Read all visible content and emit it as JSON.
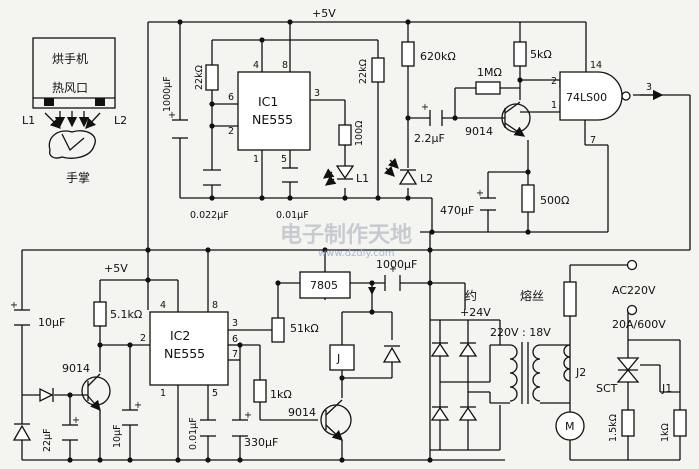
{
  "supply": {
    "vcc": "+5V",
    "vcc2": "+5V"
  },
  "dryer_box": {
    "line1": "烘手机",
    "line2": "热风口",
    "l1": "L1",
    "l2": "L2",
    "palm": "手掌"
  },
  "ic1": {
    "name": "IC1",
    "type": "NE555",
    "pin4": "4",
    "pin8": "8",
    "pin6": "6",
    "pin2": "2",
    "pin3": "3",
    "pin1": "1",
    "pin5": "5"
  },
  "ic2": {
    "name": "IC2",
    "type": "NE555",
    "pin4": "4",
    "pin8": "8",
    "pin2": "2",
    "pin3": "3",
    "pin6": "6",
    "pin7": "7",
    "pin1": "1",
    "pin5": "5"
  },
  "gate": {
    "name": "74LS00",
    "pin14": "14",
    "pin2": "2",
    "pin1": "1",
    "pin7": "7",
    "pin3": "3"
  },
  "reg": {
    "name": "7805"
  },
  "relay": {
    "name": "J"
  },
  "top_parts": {
    "c1000": "1000μF",
    "r22a": "22kΩ",
    "c0022": "0.022μF",
    "c001": "0.01μF",
    "r22b": "22kΩ",
    "r100": "100Ω",
    "led_l1": "L1",
    "r620": "620kΩ",
    "led_l2": "L2",
    "c22": "2.2μF",
    "r1m": "1MΩ",
    "q_top": "9014",
    "r5k": "5kΩ",
    "r500": "500Ω",
    "c470": "470μF"
  },
  "bottom_parts": {
    "c10": "10μF",
    "q_left": "9014",
    "c22u": "22μF",
    "c10b": "10μF",
    "r51": "5.1kΩ",
    "c001b": "0.01μF",
    "c330": "330μF",
    "r51k": "51kΩ",
    "r1k": "1kΩ",
    "q_mid": "9014",
    "c1000b": "1000μF"
  },
  "power": {
    "about": "约",
    "v24": "+24V",
    "xfmr": "220V : 18V",
    "fuse": "熔丝",
    "ac": "AC220V",
    "scr_rating": "20A/600V",
    "j2": "J2",
    "sct": "SCT",
    "j1": "J1",
    "r15": "1.5kΩ",
    "r1k": "1kΩ",
    "motor": "M"
  },
  "watermark": {
    "title": "电子制作天地",
    "url": "www.dzdiy.com"
  }
}
